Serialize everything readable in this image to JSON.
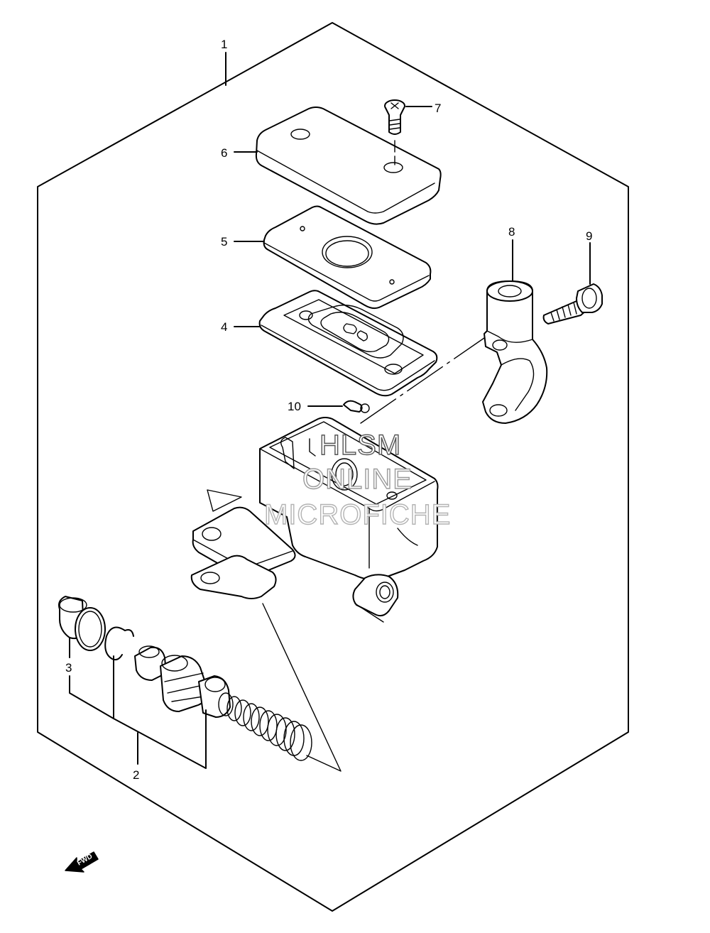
{
  "callouts": {
    "c1": "1",
    "c2": "2",
    "c3": "3",
    "c4": "4",
    "c5": "5",
    "c6": "6",
    "c7": "7",
    "c8": "8",
    "c9": "9",
    "c10": "10"
  },
  "watermark": {
    "line1": "HLSM",
    "line2": "ONLINE",
    "line3": "MICROFICHE"
  },
  "direction_arrow": {
    "label": "FWD",
    "icon": "forward-arrow-icon"
  },
  "colors": {
    "line": "#000000",
    "background": "#ffffff"
  }
}
